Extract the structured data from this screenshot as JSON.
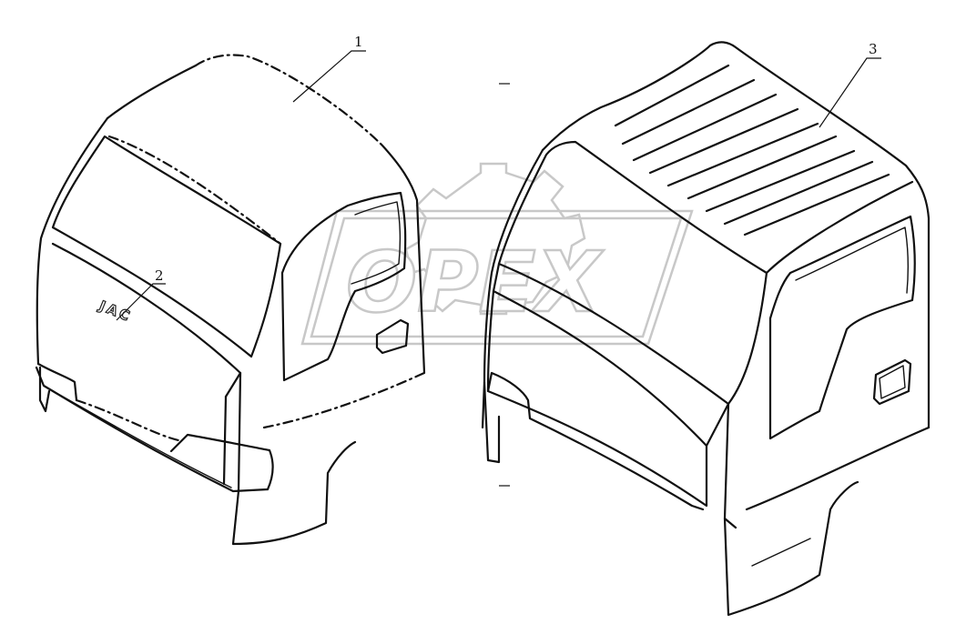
{
  "callouts": [
    {
      "label": "1"
    },
    {
      "label": "2"
    },
    {
      "label": "3"
    }
  ],
  "badge": {
    "text": "JAC"
  },
  "watermark": {
    "text": "OPEX"
  },
  "colors": {
    "line": "#111111",
    "watermark": "#c8c8c8",
    "background": "#ffffff"
  }
}
